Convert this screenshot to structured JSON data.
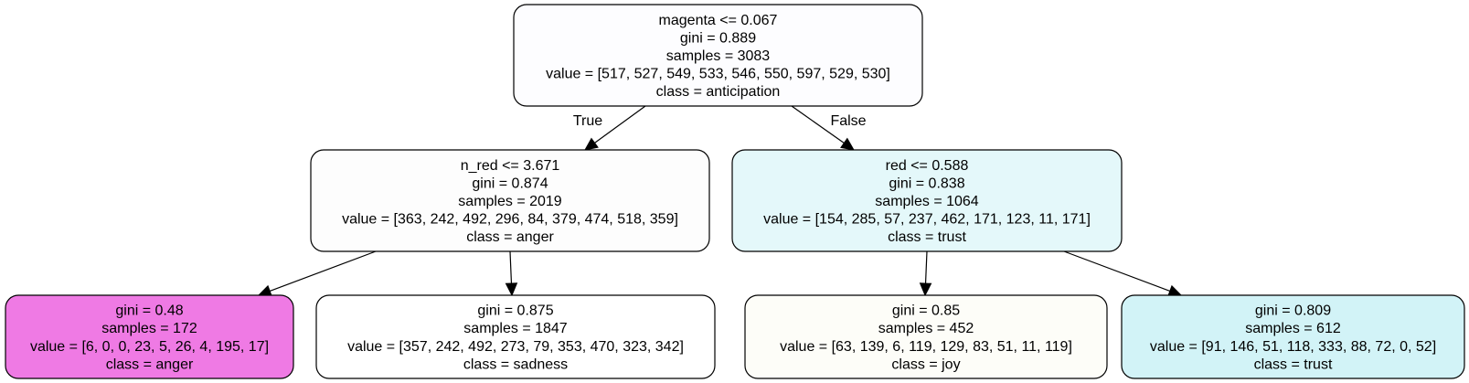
{
  "tree": {
    "nodes": [
      {
        "id": "root",
        "lines": [
          "magenta <= 0.067",
          "gini = 0.889",
          "samples = 3083",
          "value = [517, 527, 549, 533, 546, 550, 597, 529, 530]",
          "class = anticipation"
        ],
        "fill": "#fdfdff"
      },
      {
        "id": "left",
        "lines": [
          "n_red <= 3.671",
          "gini = 0.874",
          "samples = 2019",
          "value = [363, 242, 492, 296, 84, 379, 474, 518, 359]",
          "class = anger"
        ],
        "fill": "#fdfdfd"
      },
      {
        "id": "right",
        "lines": [
          "red <= 0.588",
          "gini = 0.838",
          "samples = 1064",
          "value = [154, 285, 57, 237, 462, 171, 123, 11, 171]",
          "class = trust"
        ],
        "fill": "#e4f8fa"
      },
      {
        "id": "left-left",
        "lines": [
          "gini = 0.48",
          "samples = 172",
          "value = [6, 0, 0, 23, 5, 26, 4, 195, 17]",
          "class = anger"
        ],
        "fill": "#ef7ae4"
      },
      {
        "id": "left-right",
        "lines": [
          "gini = 0.875",
          "samples = 1847",
          "value = [357, 242, 492, 273, 79, 353, 470, 323, 342]",
          "class = sadness"
        ],
        "fill": "#ffffff"
      },
      {
        "id": "right-left",
        "lines": [
          "gini = 0.85",
          "samples = 452",
          "value = [63, 139, 6, 119, 129, 83, 51, 11, 119]",
          "class = joy"
        ],
        "fill": "#fdfdf8"
      },
      {
        "id": "right-right",
        "lines": [
          "gini = 0.809",
          "samples = 612",
          "value = [91, 146, 51, 118, 333, 88, 72, 0, 52]",
          "class = trust"
        ],
        "fill": "#d2f3f7"
      }
    ],
    "edges": [
      {
        "from": "root",
        "to": "left",
        "label": "True"
      },
      {
        "from": "root",
        "to": "right",
        "label": "False"
      },
      {
        "from": "left",
        "to": "left-left",
        "label": ""
      },
      {
        "from": "left",
        "to": "left-right",
        "label": ""
      },
      {
        "from": "right",
        "to": "right-left",
        "label": ""
      },
      {
        "from": "right",
        "to": "right-right",
        "label": ""
      }
    ]
  }
}
